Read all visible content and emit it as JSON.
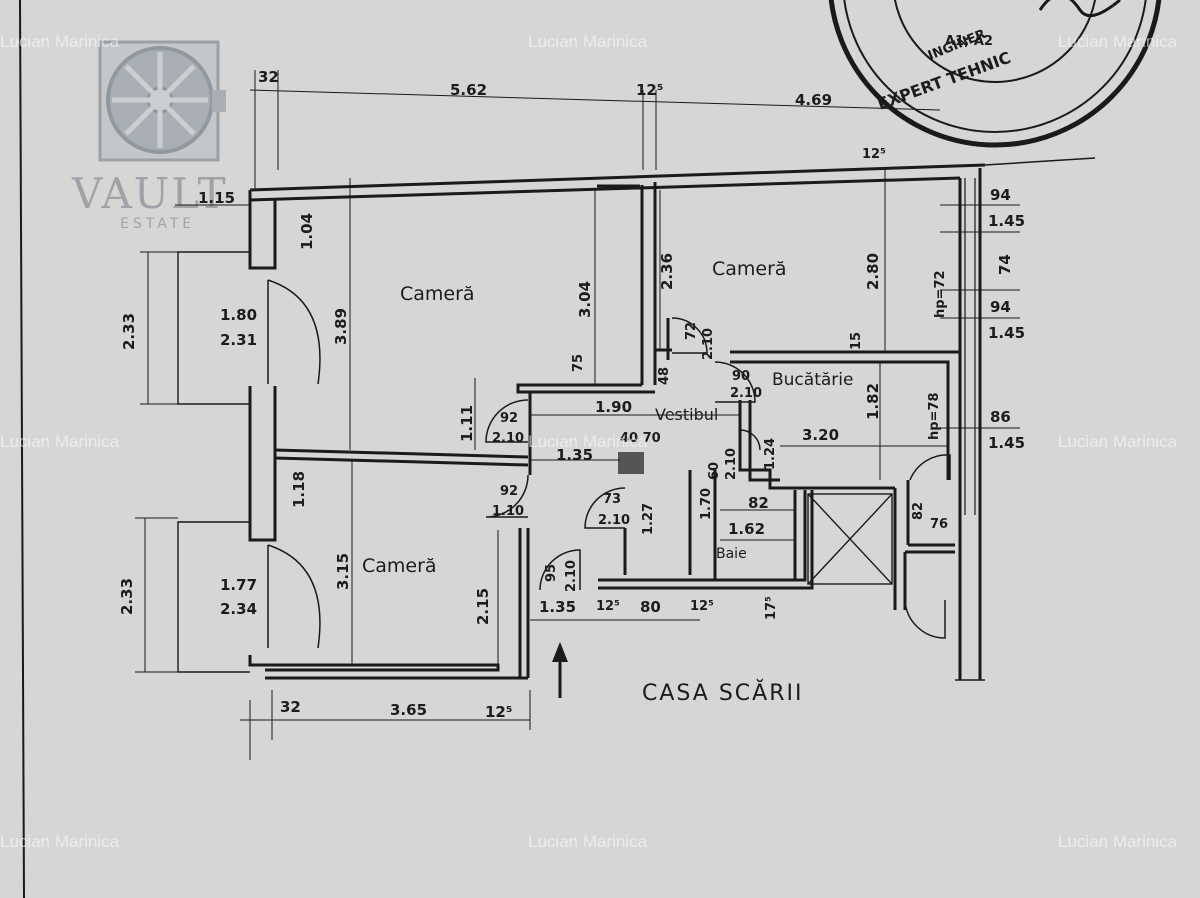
{
  "watermarks": {
    "text": "Lucian Marinica"
  },
  "logo": {
    "brand": "VAULT",
    "sub": "ESTATE"
  },
  "stamp": {
    "line1": "INGINER",
    "line2": "EXPERT TEHNIC",
    "line3": "A1; A2"
  },
  "rooms": {
    "camera_top_left": "Cameră",
    "camera_top_right": "Cameră",
    "camera_bottom": "Cameră",
    "vestibul": "Vestibul",
    "bucatarie": "Bucătărie",
    "baie": "Baie",
    "casa_scarii": "CASA SCĂRII"
  },
  "dimensions": {
    "top_32": "32",
    "top_562": "5.62",
    "top_125": "12⁵",
    "top_469": "4.69",
    "top_125b": "12⁵",
    "left_115": "1.15",
    "left_104": "1.04",
    "left_233a": "2.33",
    "left_180": "1.80",
    "left_231": "2.31",
    "left_389": "3.89",
    "left_118": "1.18",
    "left_233b": "2.33",
    "left_177": "1.77",
    "left_234": "2.34",
    "left_315": "3.15",
    "mid_304": "3.04",
    "mid_236": "2.36",
    "mid_280": "2.80",
    "mid_111": "1.11",
    "mid_190": "1.90",
    "mid_135a": "1.35",
    "mid_135b": "1.35",
    "mid_215": "2.15",
    "mid_320": "3.20",
    "mid_182": "1.82",
    "mid_162": "1.62",
    "mid_82": "82",
    "mid_80": "80",
    "mid_125c": "12⁵",
    "mid_125d": "12⁵",
    "mid_40_70": "40  70",
    "mid_127": "1.27",
    "mid_170": "1.70",
    "mid_175": "17⁵",
    "mid_15": "15",
    "mid_48": "48",
    "mid_124": "1.24",
    "mid_75": "75",
    "bot_32": "32",
    "bot_365": "3.65",
    "bot_125": "12⁵",
    "r_94a": "94",
    "r_145a": "1.45",
    "r_74": "74",
    "r_94b": "94",
    "r_145b": "1.45",
    "r_86": "86",
    "r_145c": "1.45",
    "r_82": "82",
    "r_76": "76",
    "r_hp72": "hp=72",
    "r_hp78": "hp=78"
  },
  "doors": {
    "d_92_210": [
      "92",
      "2.10"
    ],
    "d_92_110": [
      "92",
      "1.10"
    ],
    "d_73_210": [
      "73",
      "2.10"
    ],
    "d_95_210": [
      "95",
      "2.10"
    ],
    "d_90_210": [
      "90",
      "2.10"
    ],
    "d_72_210": [
      "72",
      "2.10"
    ],
    "d_60_210": [
      "60",
      "2.10"
    ]
  }
}
